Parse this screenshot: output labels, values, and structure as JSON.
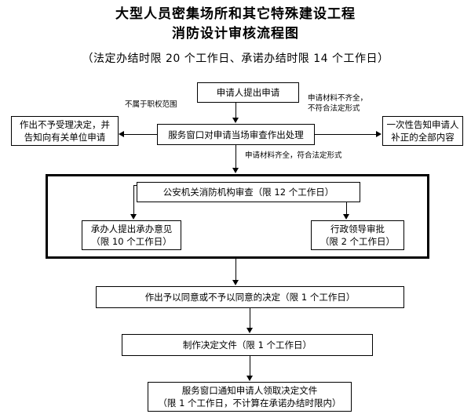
{
  "title": {
    "line1": "大型人员密集场所和其它特殊建设工程",
    "line2": "消防设计审核流程图",
    "subtitle": "（法定办结时限 20 个工作日、承诺办结时限 14 个工作日）"
  },
  "nodes": {
    "applicant_submit": "申请人提出申请",
    "service_window": "服务窗口对申请当场审查作出处理",
    "reject_accept": "作出不予受理决定，并\n告知向有关单位申请",
    "one_time_notice": "一次性告知申请人\n补正的全部内容",
    "fire_review": "公安机关消防机构审查（限 12 个工作日）",
    "handler_opinion": "承办人提出承办意见\n（限 10 个工作日）",
    "leader_approval": "行政领导审批\n（限 2 个工作日）",
    "decision": "作出予以同意或不予以同意的决定（限 1 个工作日）",
    "make_document": "制作决定文件（限 1 个工作日）",
    "notify_pickup": "服务窗口通知申请人领取决定文件\n（限 1 个工作日，不计算在承诺办结时限内）"
  },
  "labels": {
    "out_of_scope": "不属于职权范围",
    "materials_incomplete": "申请材料不齐全，\n不符合法定形式",
    "materials_complete": "申请材料齐全，符合法定形式"
  },
  "colors": {
    "line": "#000000",
    "background": "#ffffff",
    "text": "#000000"
  }
}
